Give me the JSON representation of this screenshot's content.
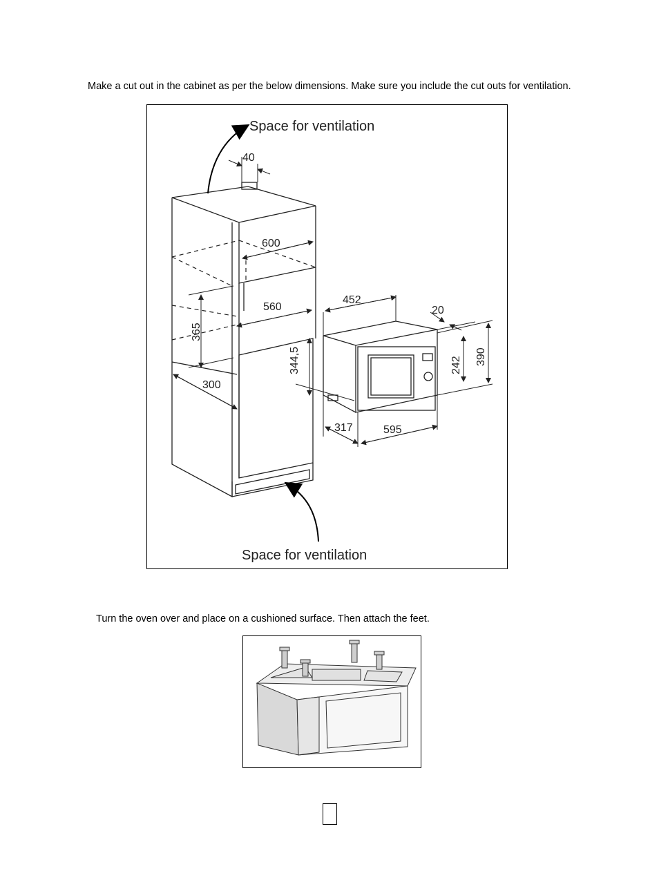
{
  "instructions": {
    "step1": "Make a cut out in the cabinet as per the below dimensions. Make sure you include the cut outs for ventilation.",
    "step2": "Turn the oven over and place on a cushioned surface. Then attach the feet."
  },
  "diagram": {
    "top_label": "Space for ventilation",
    "bottom_label": "Space for ventilation",
    "dims": {
      "d40": "40",
      "d600": "600",
      "d560": "560",
      "d365": "365",
      "d300": "300",
      "d344": "344,5",
      "d452": "452",
      "d20": "20",
      "d242": "242",
      "d390": "390",
      "d317": "317",
      "d595": "595"
    }
  },
  "page_number": ""
}
